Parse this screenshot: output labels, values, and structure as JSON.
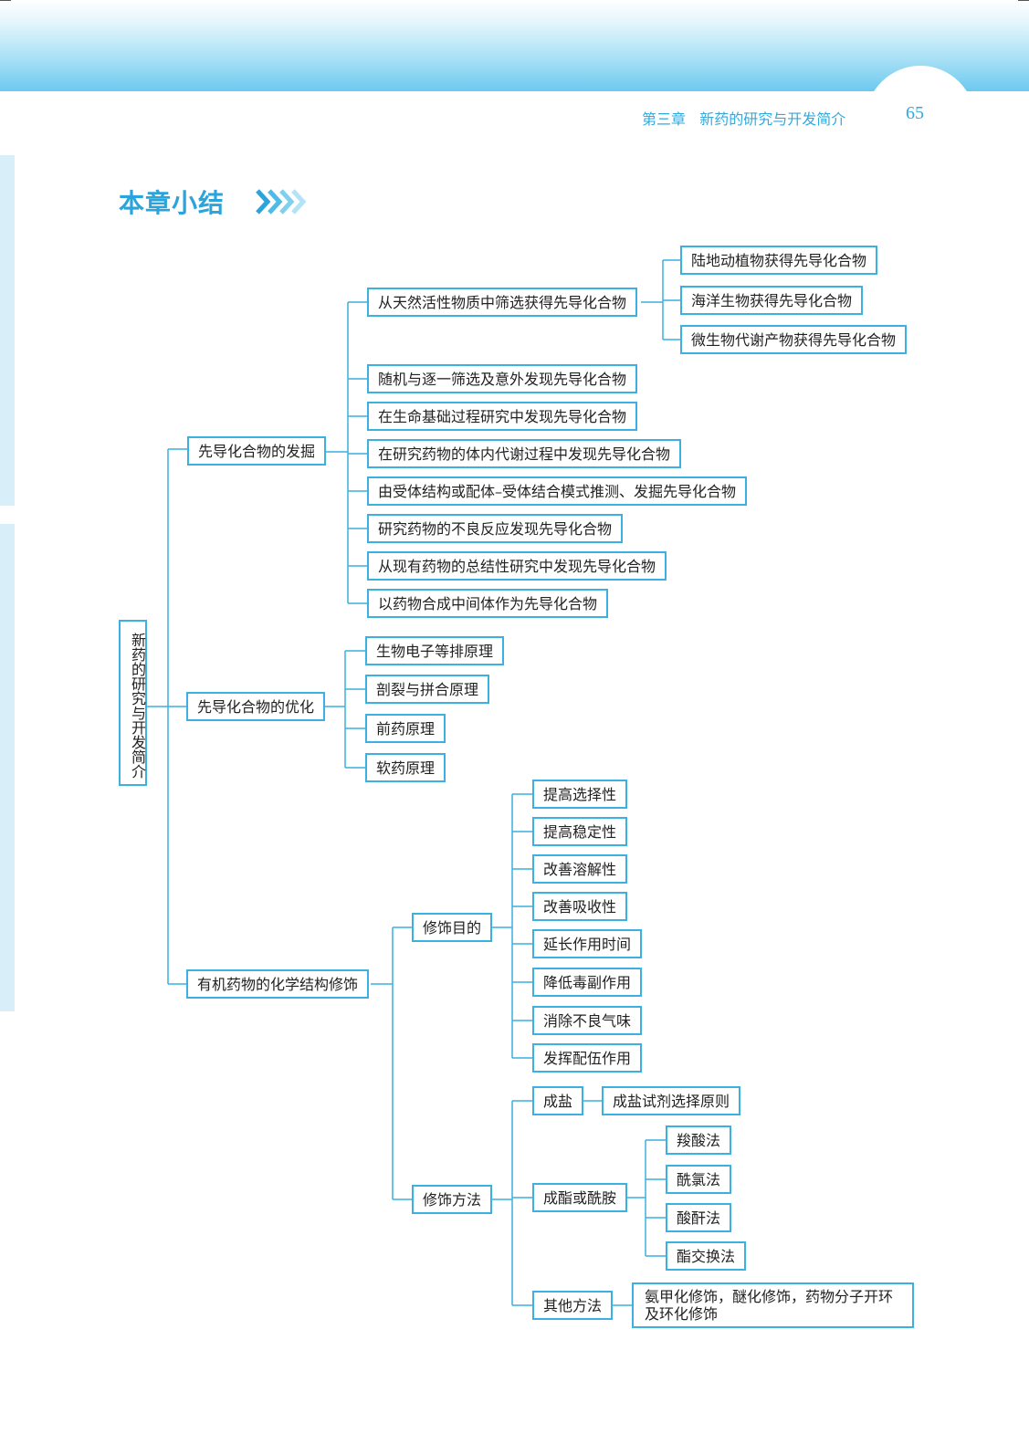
{
  "header": {
    "chapter": "第三章",
    "chapter_title": "新药的研究与开发简介",
    "page_number": "65"
  },
  "section_title": "本章小结",
  "colors": {
    "accent": "#3ab1e0",
    "title": "#2aa4db",
    "band": "#6cc9ef"
  },
  "mindmap": {
    "root": "新药的研究与开发简介",
    "discovery": {
      "label": "先导化合物的发掘",
      "natural": {
        "label": "从天然活性物质中筛选获得先导化合物",
        "children": [
          "陆地动植物获得先导化合物",
          "海洋生物获得先导化合物",
          "微生物代谢产物获得先导化合物"
        ]
      },
      "others": [
        "随机与逐一筛选及意外发现先导化合物",
        "在生命基础过程研究中发现先导化合物",
        "在研究药物的体内代谢过程中发现先导化合物",
        "由受体结构或配体–受体结合模式推测、发掘先导化合物",
        "研究药物的不良反应发现先导化合物",
        "从现有药物的总结性研究中发现先导化合物",
        "以药物合成中间体作为先导化合物"
      ]
    },
    "optimization": {
      "label": "先导化合物的优化",
      "children": [
        "生物电子等排原理",
        "剖裂与拼合原理",
        "前药原理",
        "软药原理"
      ]
    },
    "modification": {
      "label": "有机药物的化学结构修饰",
      "purpose": {
        "label": "修饰目的",
        "children": [
          "提高选择性",
          "提高稳定性",
          "改善溶解性",
          "改善吸收性",
          "延长作用时间",
          "降低毒副作用",
          "消除不良气味",
          "发挥配伍作用"
        ]
      },
      "methods": {
        "label": "修饰方法",
        "salt": {
          "label": "成盐",
          "child": "成盐试剂选择原则"
        },
        "ester": {
          "label": "成酯或酰胺",
          "children": [
            "羧酸法",
            "酰氯法",
            "酸酐法",
            "酯交换法"
          ]
        },
        "other": {
          "label": "其他方法",
          "child": "氨甲化修饰，醚化修饰，药物分子开环及环化修饰"
        }
      }
    }
  }
}
